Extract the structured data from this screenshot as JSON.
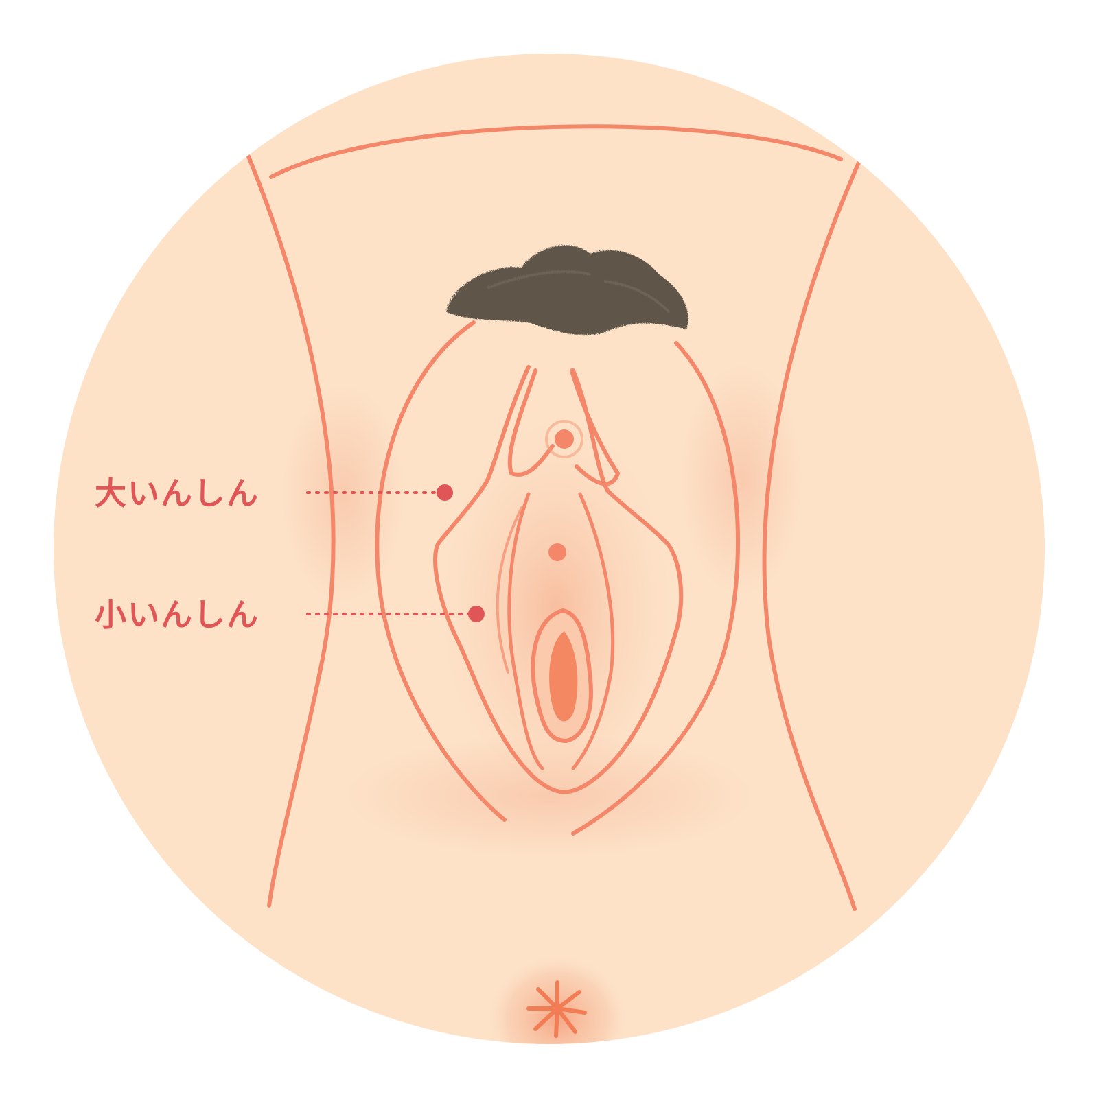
{
  "colors": {
    "background": "#ffffff",
    "skin": "#fde2c8",
    "outline": "#f4876a",
    "inner": "#f3a381",
    "opening": "#f27d55",
    "hair": "#5e5548",
    "label": "#e05657"
  },
  "labels": [
    {
      "id": "labia-majora",
      "text": "大いんしん"
    },
    {
      "id": "labia-minora",
      "text": "小いんしん"
    }
  ]
}
